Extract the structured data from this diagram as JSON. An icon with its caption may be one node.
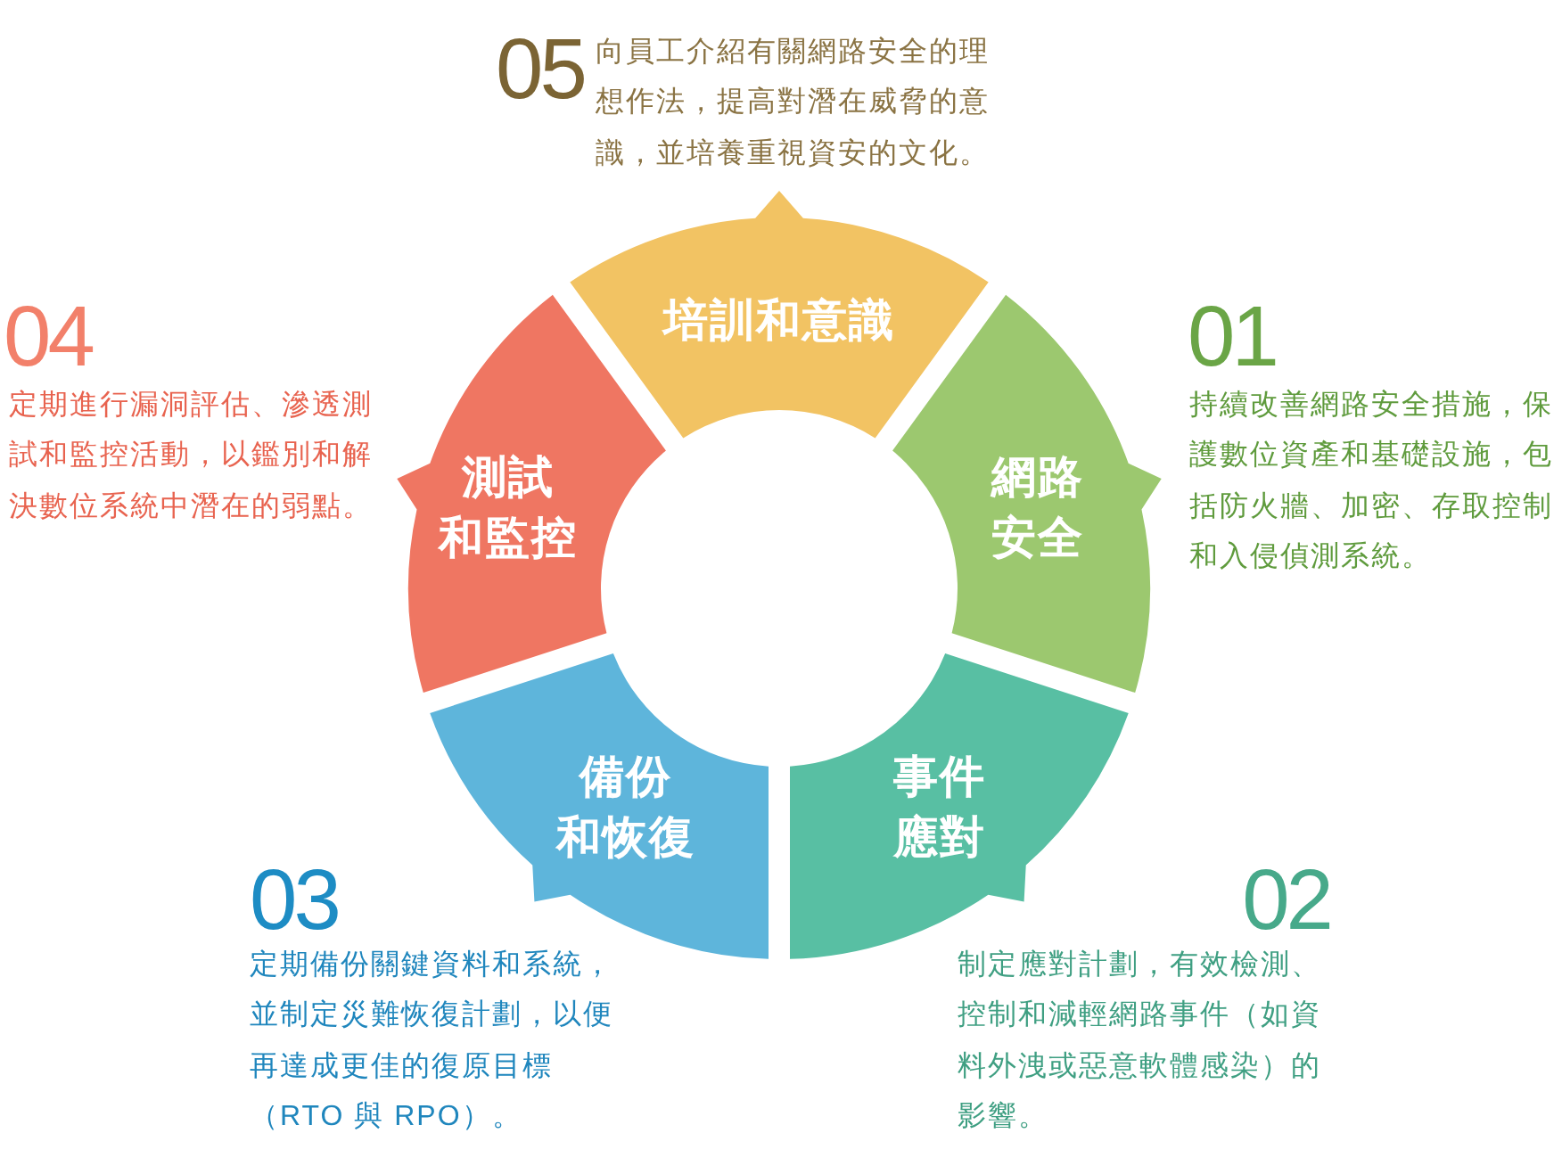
{
  "diagram": {
    "nodes": [
      {
        "text": [
          "網路安全"
        ],
        "beside": [
          "01",
          "持續改善網路安全措施，保護數位資產和基礎設施，包括防火牆、加密、存取控制和入侵偵測系統。"
        ]
      },
      {
        "text": [
          "事件應對"
        ],
        "beside": [
          "02",
          "制定應對計劃，有效檢測、控制和減輕網路事件（如資料外洩或惡意軟體感染）的影響。"
        ]
      },
      {
        "text": [
          "備份和恢復"
        ],
        "beside": [
          "03",
          "定期備份關鍵資料和系統，並制定災難恢復計劃，以便再達成更佳的復原目標（RTO 與 RPO）。"
        ]
      },
      {
        "text": [
          "測試和監控"
        ],
        "beside": [
          "04",
          "定期進行漏洞評估、滲透測試和監控活動，以鑑別和解決數位系統中潛在的弱點。"
        ]
      },
      {
        "text": [
          "培訓和意識"
        ],
        "beside": [
          "05",
          "向員工介紹有關網路安全的理想作法，提高對潛在威脅的意識，並培養重視資安的文化。"
        ]
      }
    ]
  }
}
